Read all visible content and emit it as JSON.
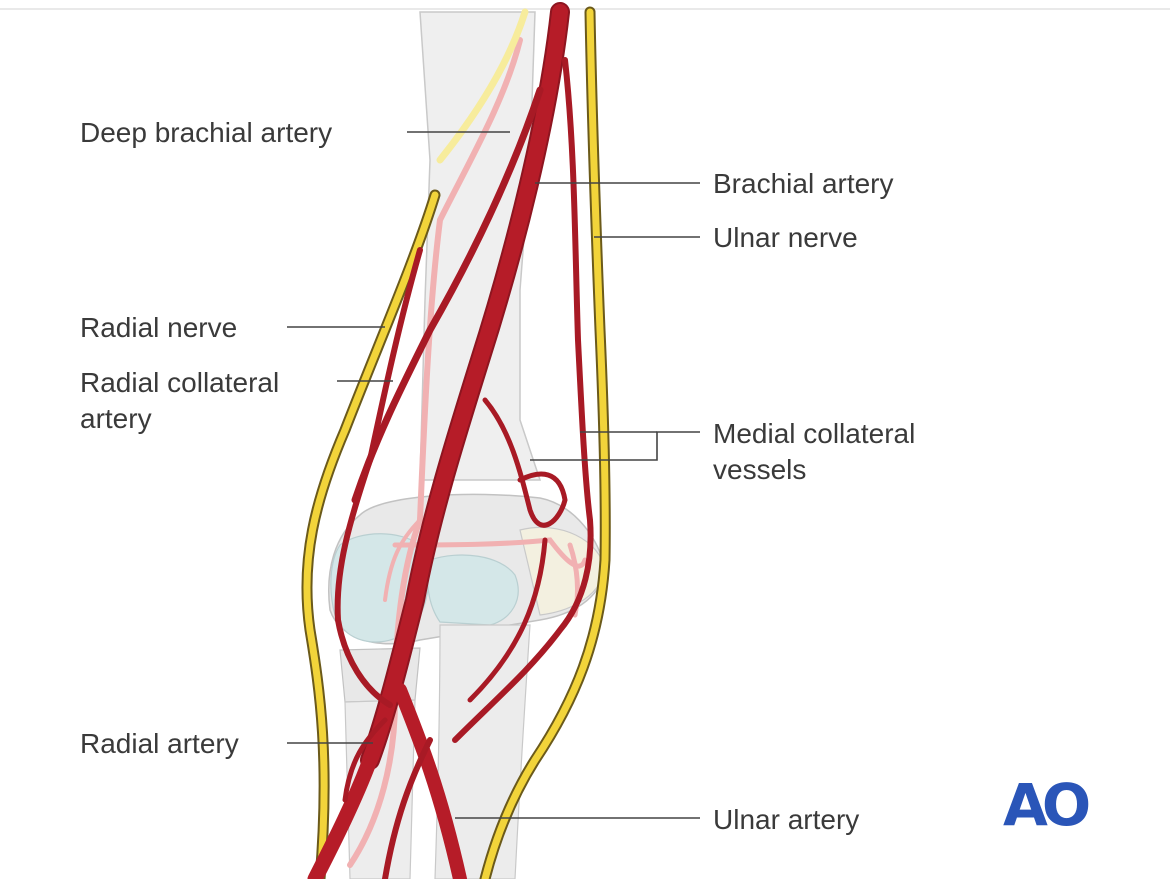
{
  "labels": {
    "deep_brachial_artery": "Deep brachial artery",
    "brachial_artery": "Brachial artery",
    "ulnar_nerve": "Ulnar nerve",
    "radial_nerve": "Radial nerve",
    "radial_collateral_artery": "Radial collateral artery",
    "medial_collateral_vessels": "Medial collateral vessels",
    "radial_artery": "Radial artery",
    "ulnar_artery": "Ulnar artery"
  },
  "logo": "AO",
  "colors": {
    "artery": "#b61c28",
    "artery_dark": "#8e1520",
    "nerve": "#f2d43a",
    "nerve_outline": "#6b5a1a",
    "vessel_pale": "#f1b1b2",
    "bone": "#ececec",
    "cartilage": "#d4e7e8",
    "leader": "#444444",
    "logo": "#2a55b8"
  }
}
